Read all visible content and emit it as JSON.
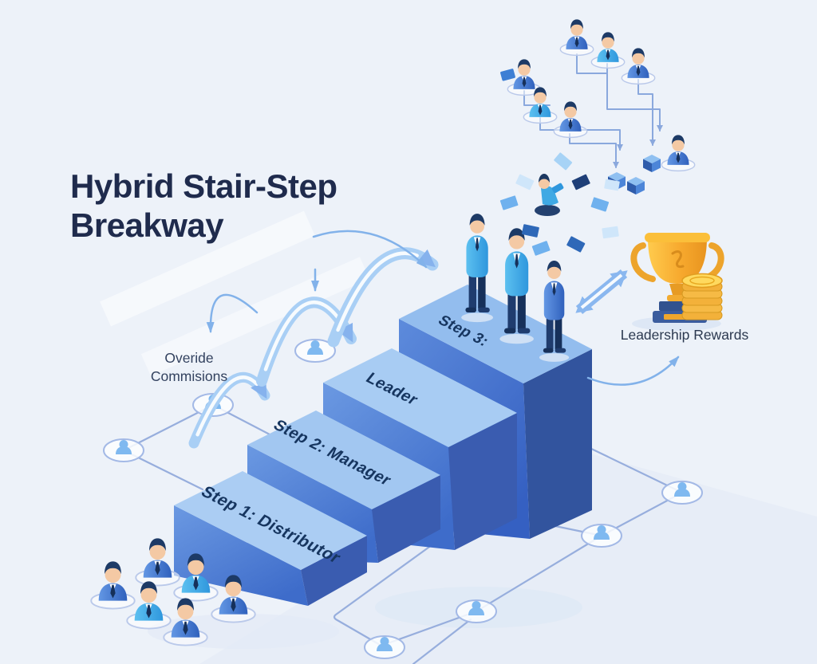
{
  "header": {
    "title_line1": "Hybrid Stair-Step",
    "title_line2": "Breakway"
  },
  "annotations": {
    "override_commissions_line1": "Overide",
    "override_commissions_line2": "Commisions",
    "leadership_rewards": "Leadership Rewards"
  },
  "staircase": {
    "steps": [
      {
        "label": "Step 1: Distributor"
      },
      {
        "label": "Step 2: Manager"
      },
      {
        "label": "Leader"
      },
      {
        "label": "Step 3:"
      }
    ]
  },
  "figures": {
    "top_step_people_count": 3,
    "org_chart_people_count": 7,
    "floor_group_people_count": 6,
    "network_node_count": 7
  },
  "icons": [
    "trophy-icon",
    "coin-stack-icon",
    "money-papers-icon",
    "person-icon",
    "person-node-icon",
    "building-icon"
  ],
  "colors": {
    "background": "#edf2f9",
    "step_top": "#a6cbf2",
    "step_front": "#4273cf",
    "step_side": "#3a5cb0",
    "arrow_ribbon": "#a9cff5",
    "network_line": "#97aedd",
    "title_text": "#1f2b4d",
    "step_label_text": "#16355f",
    "trophy_gold": "#f5a82c",
    "coin_gold": "#f3b13a"
  }
}
